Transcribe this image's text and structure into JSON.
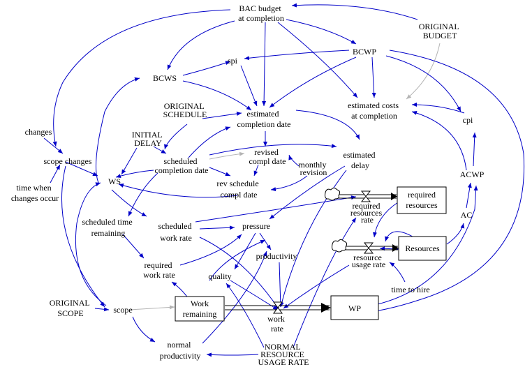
{
  "diagram": {
    "variables": {
      "bac_budget": [
        "BAC budget",
        "at completion"
      ],
      "original_budget": [
        "ORIGINAL",
        "BUDGET"
      ],
      "spi": [
        "spi"
      ],
      "bcwp": [
        "BCWP"
      ],
      "bcws": [
        "BCWS"
      ],
      "estimated_costs": [
        "estimated costs",
        "at completion"
      ],
      "original_schedule": [
        "ORIGINAL",
        "SCHEDULE"
      ],
      "estimated_completion_date": [
        "estimated",
        "completion date"
      ],
      "cpi": [
        "cpi"
      ],
      "changes": [
        "changes"
      ],
      "initial_delay": [
        "INITIAL",
        "DELAY"
      ],
      "revised_compl_date": [
        "revised",
        "compl date"
      ],
      "scope_changes": [
        "scope changes"
      ],
      "scheduled_completion_date": [
        "scheduled",
        "completion date"
      ],
      "estimated_delay": [
        "estimated",
        "delay"
      ],
      "monthly_revision": [
        "monthly",
        "revision"
      ],
      "ws": [
        "WS"
      ],
      "rev_schedule_compl_date": [
        "rev schedule",
        "compl date"
      ],
      "acwp": [
        "ACWP"
      ],
      "time_when_changes_occur": [
        "time when",
        "changes occur"
      ],
      "required_resources_rate": [
        "required",
        "resources",
        "rate"
      ],
      "scheduled_time_remaining": [
        "scheduled time",
        "remaining"
      ],
      "ac": [
        "AC"
      ],
      "scheduled_work_rate": [
        "scheduled",
        "work rate"
      ],
      "pressure": [
        "pressure"
      ],
      "productivity": [
        "productivity"
      ],
      "resource_usage_rate": [
        "resource",
        "usage rate"
      ],
      "required_work_rate": [
        "required",
        "work rate"
      ],
      "quality": [
        "quality"
      ],
      "time_to_hire": [
        "time to hire"
      ],
      "original_scope": [
        "ORIGINAL",
        "SCOPE"
      ],
      "scope": [
        "scope"
      ],
      "work_rate": [
        "work",
        "rate"
      ],
      "normal_productivity": [
        "normal",
        "productivity"
      ],
      "normal_resource_usage_rate": [
        "NORMAL",
        "RESOURCE",
        "USAGE RATE"
      ]
    },
    "stocks": {
      "required_resources": [
        "required",
        "resources"
      ],
      "resources": [
        "Resources"
      ],
      "work_remaining": [
        "Work",
        "remaining"
      ],
      "wp": [
        "WP"
      ]
    },
    "colors": {
      "link": "#0000c8",
      "link_secondary": "#b4b4b4",
      "flow": "#000000",
      "background": "#ffffff"
    }
  }
}
